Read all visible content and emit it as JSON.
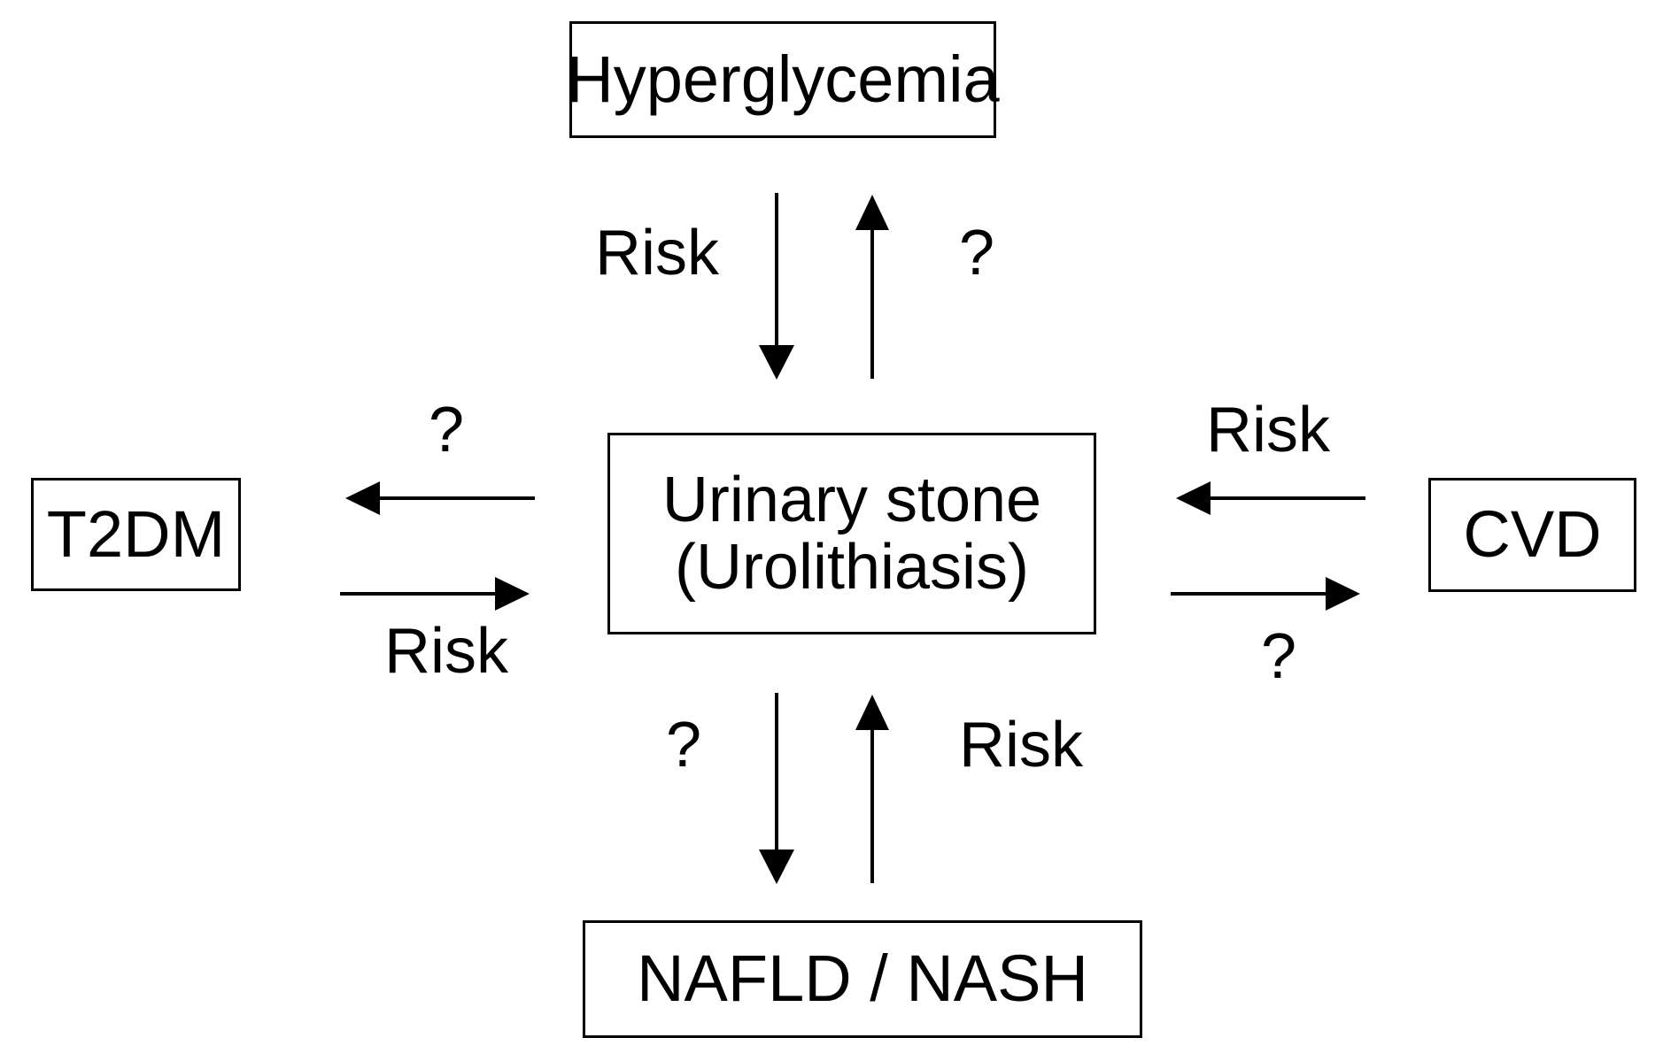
{
  "diagram": {
    "title_present": false,
    "background_color": "#ffffff",
    "stroke_color": "#000000",
    "nodes": [
      {
        "id": "hyperglycemia",
        "label_lines": [
          "Hyperglycemia"
        ],
        "position": "top"
      },
      {
        "id": "t2dm",
        "label_lines": [
          "T2DM"
        ],
        "position": "left"
      },
      {
        "id": "urinary_stone",
        "label_lines": [
          "Urinary stone",
          "(Urolithiasis)"
        ],
        "position": "center"
      },
      {
        "id": "cvd",
        "label_lines": [
          "CVD"
        ],
        "position": "right"
      },
      {
        "id": "nafld_nash",
        "label_lines": [
          "NAFLD / NASH"
        ],
        "position": "bottom"
      }
    ],
    "edges": [
      {
        "id": "hyperglycemia-to-urinary-stone",
        "from": "hyperglycemia",
        "to": "urinary_stone",
        "direction": "down",
        "label": "Risk"
      },
      {
        "id": "urinary-stone-to-hyperglycemia",
        "from": "urinary_stone",
        "to": "hyperglycemia",
        "direction": "up",
        "label": "?"
      },
      {
        "id": "urinary-stone-to-t2dm",
        "from": "urinary_stone",
        "to": "t2dm",
        "direction": "left",
        "label": "?"
      },
      {
        "id": "t2dm-to-urinary-stone",
        "from": "t2dm",
        "to": "urinary_stone",
        "direction": "right",
        "label": "Risk"
      },
      {
        "id": "cvd-to-urinary-stone",
        "from": "cvd",
        "to": "urinary_stone",
        "direction": "left",
        "label": "Risk"
      },
      {
        "id": "urinary-stone-to-cvd",
        "from": "urinary_stone",
        "to": "cvd",
        "direction": "right",
        "label": "?"
      },
      {
        "id": "urinary-stone-to-nafld",
        "from": "urinary_stone",
        "to": "nafld_nash",
        "direction": "down",
        "label": "?"
      },
      {
        "id": "nafld-to-urinary-stone",
        "from": "nafld_nash",
        "to": "urinary_stone",
        "direction": "up",
        "label": "Risk"
      }
    ],
    "labels": {
      "risk_top": "Risk",
      "question_top": "?",
      "question_left": "?",
      "risk_left": "Risk",
      "risk_right": "Risk",
      "question_right": "?",
      "question_bottom": "?",
      "risk_bottom": "Risk"
    }
  }
}
